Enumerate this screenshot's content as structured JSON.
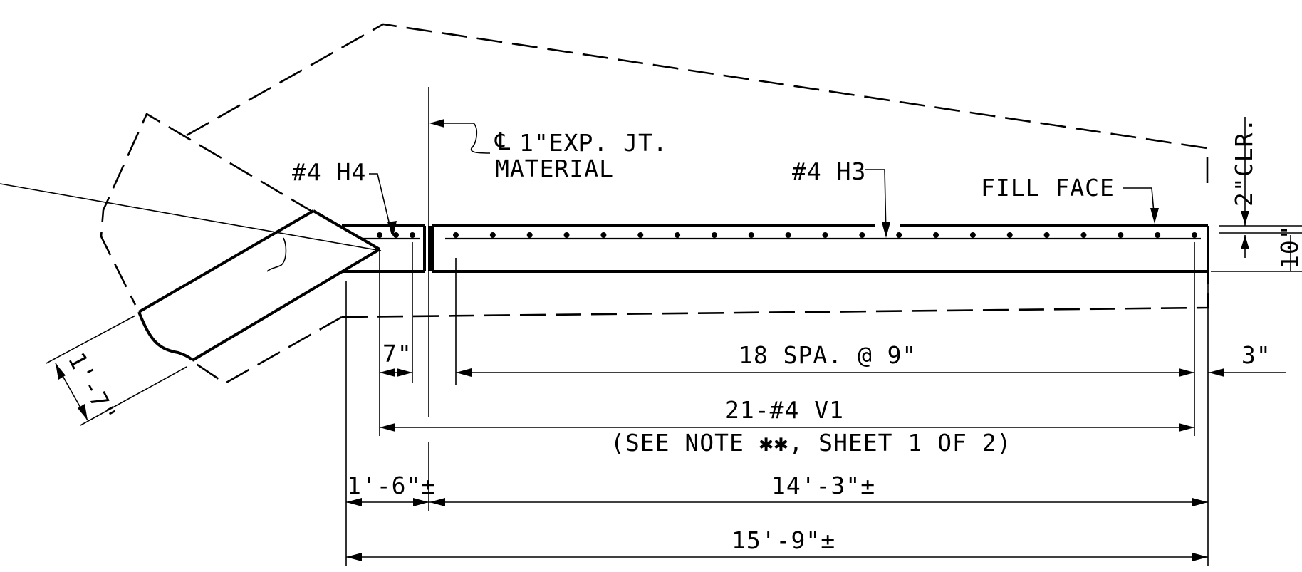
{
  "labels": {
    "centerline_symbol": "℄",
    "joint_line1": "1\"EXP. JT.",
    "joint_line2": "MATERIAL",
    "bar_h4": "#4 H4",
    "bar_h3": "#4 H3",
    "fill_face": "FILL FACE",
    "clear_cover": "2\"CLR.",
    "thickness": "10\"",
    "dim_7in": "7\"",
    "dim_spacing": "18 SPA. @ 9\"",
    "dim_3in": "3\"",
    "bars_v1": "21-#4 V1",
    "note_ref": "(SEE NOTE ✱✱, SHEET 1 OF 2)",
    "dim_1ft6": "1'-6\"±",
    "dim_14ft3": "14'-3\"±",
    "dim_15ft9": "15'-9\"±",
    "dim_1ft7": "1'-7\""
  },
  "colors": {
    "line": "#000000",
    "background": "#ffffff"
  }
}
